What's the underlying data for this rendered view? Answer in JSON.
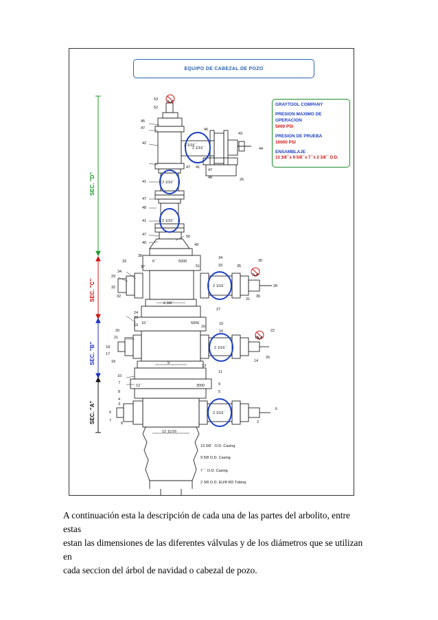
{
  "title": "EQUIPO DE CABEZAL DE POZO",
  "info": {
    "company": "GRAYTOOL COMPANY",
    "op_pressure_label": "PRESION MAXIMO DE OPERACION",
    "op_pressure_value": "5000 PSI",
    "test_pressure_label": "PRESION DE PRUEBA",
    "test_pressure_value": "10000 PSI",
    "assembly_label": "ENSAMBLAJE",
    "assembly_value": "13 3/8´´x 9 5/8´´x 7´´x 2 3/8´´ O.D."
  },
  "sections": {
    "d": "SEC. \"D\"",
    "c": "SEC. \"C\"",
    "b": "SEC. \"B\"",
    "a": "SEC. \"A\""
  },
  "casings": [
    "13 3/8´´ O.D. Casing",
    "9 5/8 O.D. Casing",
    "7 ´´ O.D. Casing",
    "2 3/8 O.D. EU/8 RD Tubing"
  ],
  "dimensions": {
    "valve": "2 1/16´´",
    "spool_c": "6 3/8´´",
    "spool_b": "9´´",
    "base_a": "12 11/16",
    "flange_c_size": "6´´",
    "flange_c_rating": "5000",
    "flange_b_size": "10´´",
    "flange_b_rating": "5000",
    "flange_a_size": "12´´",
    "flange_a_rating": "3000"
  },
  "callouts": [
    "53",
    "52",
    "45",
    "47",
    "42",
    "46",
    "43",
    "44",
    "2 1/16´´",
    "47",
    "41",
    "47",
    "48",
    "26",
    "41",
    "47",
    "48",
    "41",
    "47",
    "40",
    "50",
    "49",
    "38",
    "33",
    "37",
    "51",
    "34",
    "33",
    "34",
    "35",
    "30",
    "29",
    "32",
    "32",
    "31",
    "36",
    "28",
    "27",
    "24",
    "23",
    "19",
    "20",
    "21",
    "19",
    "20",
    "22",
    "16",
    "15",
    "18",
    "17",
    "18",
    "26",
    "14",
    "13",
    "11",
    "10",
    "7",
    "8",
    "4",
    "3",
    "6",
    "7",
    "8",
    "9",
    "5",
    "6",
    "2"
  ],
  "caption": [
    "A continuación  esta la descripción de cada una de las partes del arbolito,  entre estas",
    "estan las dimensiones  de las diferentes  válvulas  y de los diámetros  que se utilizan  en",
    "cada seccion  del árbol de navidad  o cabezal de pozo."
  ],
  "colors": {
    "title": "#2a63b0",
    "info_border": "#1b8a2a",
    "sec_d": "#1b9a2a",
    "sec_c": "#d01010",
    "sec_b": "#1e2fbf",
    "sec_a": "#111111",
    "valve_ring": "#1e40c0",
    "stop_icon": "#d01010"
  }
}
